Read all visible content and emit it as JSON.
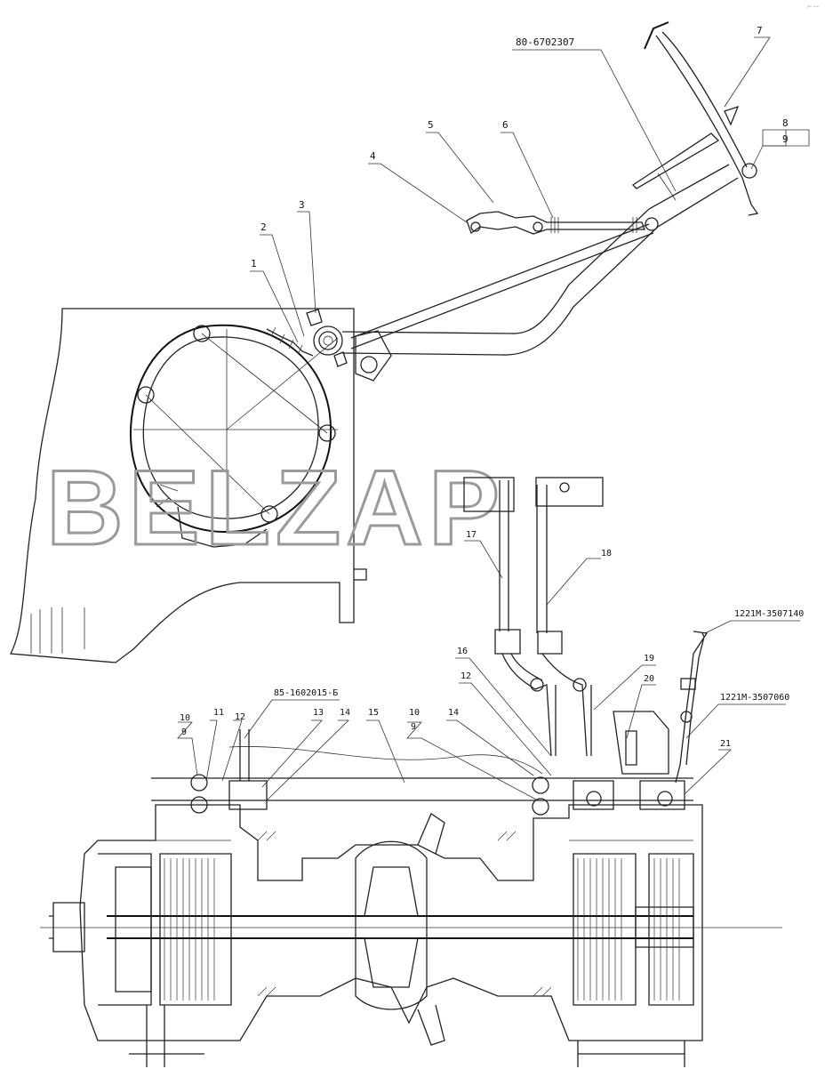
{
  "corner_mark": "ᵍᵐ ᵒᵒᵒ",
  "watermark": "BELZAP",
  "callouts": {
    "c1": "1",
    "c2": "2",
    "c3": "3",
    "c4": "4",
    "c5": "5",
    "c6": "6",
    "c7": "7",
    "c8": "8",
    "c9a": "9",
    "c_80": "80-6702307",
    "c17": "17",
    "c18": "18",
    "c_1221_140": "1221М-3507140",
    "c16": "16",
    "c12a": "12",
    "c19": "19",
    "c20": "20",
    "c_1221_060": "1221М-3507060",
    "c21": "21",
    "c_85": "85-1602015-Б",
    "c10a": "10",
    "c9b": "9",
    "c11": "11",
    "c12b": "12",
    "c13": "13",
    "c14a": "14",
    "c15": "15",
    "c10b": "10",
    "c9c": "9",
    "c14b": "14"
  }
}
